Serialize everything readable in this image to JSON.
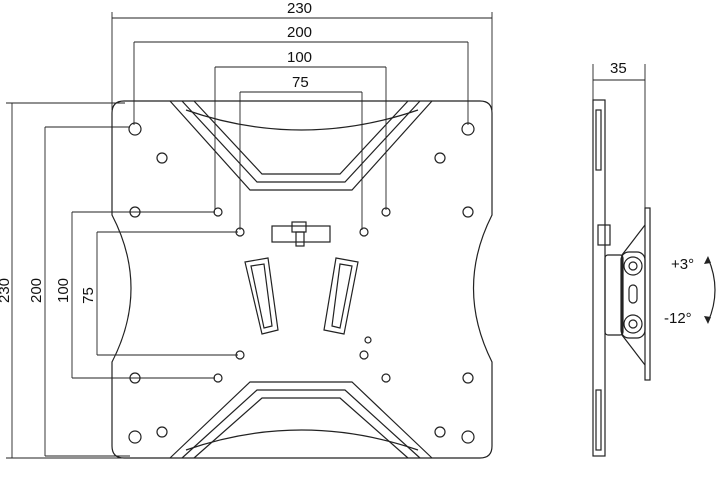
{
  "front_view": {
    "dimensions_horizontal": [
      "230",
      "200",
      "100",
      "75"
    ],
    "dimensions_vertical": [
      "230",
      "200",
      "100",
      "75"
    ]
  },
  "side_view": {
    "depth": "35",
    "tilt_up": "+3°",
    "tilt_down": "-12°"
  }
}
